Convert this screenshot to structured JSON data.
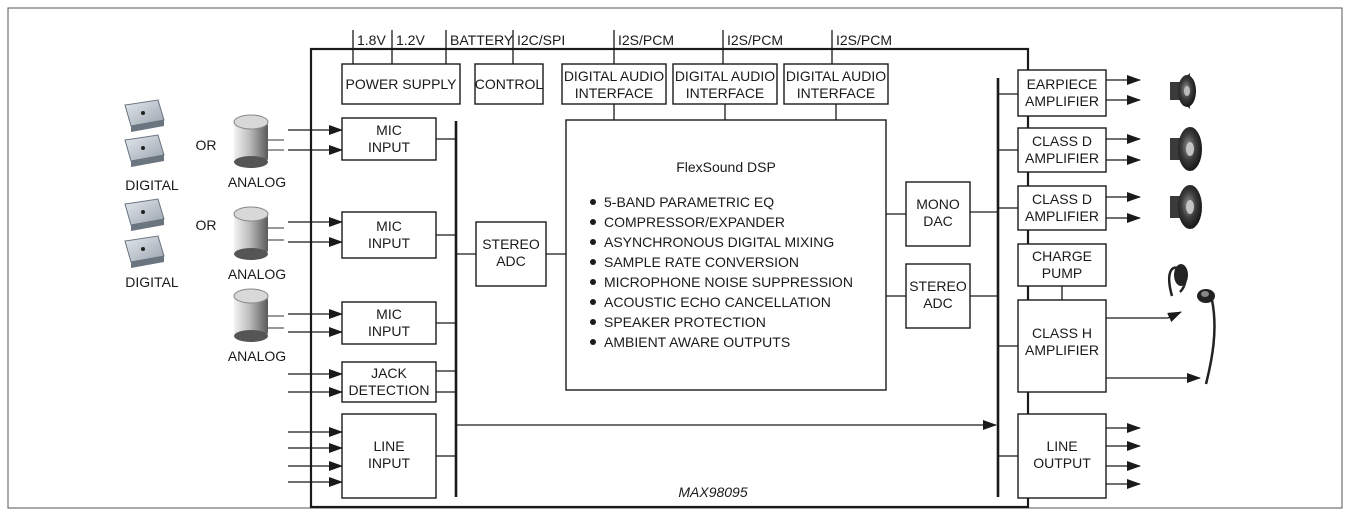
{
  "chip_name": "MAX98095",
  "power": {
    "v18": "1.8V",
    "v12": "1.2V",
    "battery": "BATTERY",
    "i2c": "I2C/SPI",
    "i2s_1": "I2S/PCM",
    "i2s_2": "I2S/PCM",
    "i2s_3": "I2S/PCM"
  },
  "blocks": {
    "power_supply": "POWER SUPPLY",
    "control": "CONTROL",
    "dai_1": [
      "DIGITAL AUDIO",
      "INTERFACE"
    ],
    "dai_2": [
      "DIGITAL AUDIO",
      "INTERFACE"
    ],
    "dai_3": [
      "DIGITAL AUDIO",
      "INTERFACE"
    ],
    "mic_1": [
      "MIC",
      "INPUT"
    ],
    "mic_2": [
      "MIC",
      "INPUT"
    ],
    "mic_3": [
      "MIC",
      "INPUT"
    ],
    "jack": [
      "JACK",
      "DETECTION"
    ],
    "line_in": [
      "LINE",
      "INPUT"
    ],
    "stereo_adc_left": [
      "STEREO",
      "ADC"
    ],
    "mono_dac": [
      "MONO",
      "DAC"
    ],
    "stereo_adc_right": [
      "STEREO",
      "ADC"
    ],
    "earpiece": [
      "EARPIECE",
      "AMPLIFIER"
    ],
    "class_d_1": [
      "CLASS D",
      "AMPLIFIER"
    ],
    "class_d_2": [
      "CLASS D",
      "AMPLIFIER"
    ],
    "charge_pump": [
      "CHARGE",
      "PUMP"
    ],
    "class_h": [
      "CLASS H",
      "AMPLIFIER"
    ],
    "line_out": [
      "LINE",
      "OUTPUT"
    ]
  },
  "dsp": {
    "title": "FlexSound DSP",
    "features": [
      "5-BAND PARAMETRIC EQ",
      "COMPRESSOR/EXPANDER",
      "ASYNCHRONOUS DIGITAL MIXING",
      "SAMPLE RATE CONVERSION",
      "MICROPHONE NOISE SUPPRESSION",
      "ACOUSTIC ECHO CANCELLATION",
      "SPEAKER PROTECTION",
      "AMBIENT AWARE OUTPUTS"
    ]
  },
  "external": {
    "or_1": "OR",
    "or_2": "OR",
    "digital_1": "DIGITAL",
    "digital_2": "DIGITAL",
    "analog_1": "ANALOG",
    "analog_2": "ANALOG",
    "analog_3": "ANALOG"
  }
}
